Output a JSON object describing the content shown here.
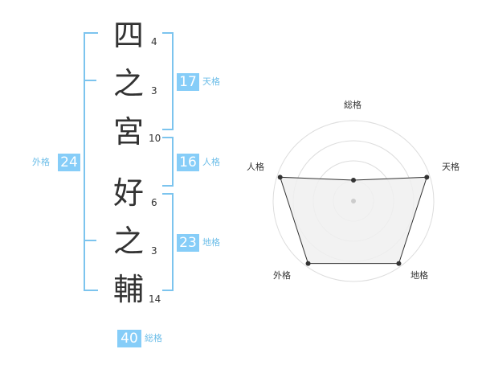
{
  "name_chars": [
    {
      "char": "四",
      "strokes": "4"
    },
    {
      "char": "之",
      "strokes": "3"
    },
    {
      "char": "宮",
      "strokes": "10"
    },
    {
      "char": "好",
      "strokes": "6"
    },
    {
      "char": "之",
      "strokes": "3"
    },
    {
      "char": "輔",
      "strokes": "14"
    }
  ],
  "fortune": {
    "tenkaku": {
      "value": "17",
      "label": "天格"
    },
    "jinkaku": {
      "value": "16",
      "label": "人格"
    },
    "chikaku": {
      "value": "23",
      "label": "地格"
    },
    "gaikaku": {
      "value": "24",
      "label": "外格"
    },
    "soukaku": {
      "value": "40",
      "label": "総格"
    }
  },
  "chart_data": {
    "type": "radar",
    "axes": [
      "総格",
      "天格",
      "地格",
      "外格",
      "人格"
    ],
    "values": [
      0.26,
      0.96,
      0.96,
      0.96,
      0.96
    ],
    "rings": 4,
    "colors": {
      "fill": "#f0f0f0",
      "line": "#333333",
      "ring": "#dddddd",
      "center": "#cccccc"
    }
  },
  "colors": {
    "accent": "#86cdf8",
    "bracket": "#7cc4ee"
  }
}
